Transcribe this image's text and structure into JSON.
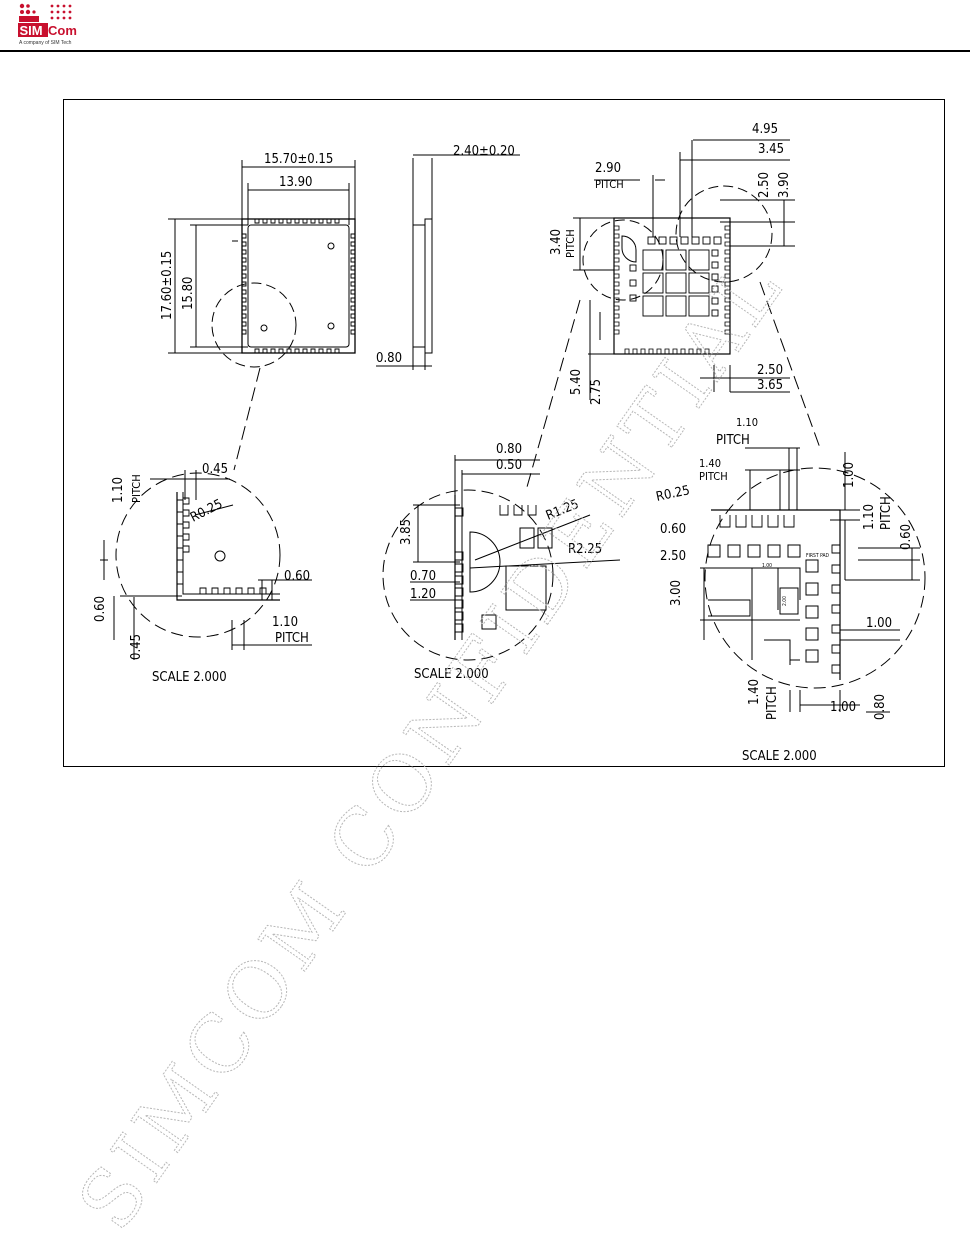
{
  "header": {
    "logo_text_sim": "SIM",
    "logo_text_com": "Com",
    "logo_tagline": "A company of SIM Tech"
  },
  "watermark": {
    "text": "SIMCOM CONFIDENTIAL"
  },
  "drawing": {
    "top_view": {
      "width": "15.70±0.15",
      "inner_width": "13.90",
      "height": "17.60±0.15",
      "inner_height": "15.80"
    },
    "side_view": {
      "thickness": "2.40±0.20",
      "pcb": "0.80"
    },
    "bottom_view": {
      "d495": "4.95",
      "d345": "3.45",
      "d290": "2.90",
      "pitch": "PITCH",
      "d250": "2.50",
      "d390": "3.90",
      "d340": "3.40",
      "d540": "5.40",
      "d275": "2.75",
      "d250b": "2.50",
      "d365": "3.65"
    },
    "detail_a": {
      "pitch110": "1.10",
      "pitch": "PITCH",
      "d045": "0.45",
      "r025": "R0.25",
      "d060": "0.60",
      "d060b": "0.60",
      "d045b": "0.45",
      "d110": "1.10",
      "pitchb": "PITCH",
      "scale": "SCALE   2.000"
    },
    "detail_b": {
      "d080": "0.80",
      "d050": "0.50",
      "r125": "R1.25",
      "r225": "R2.25",
      "d385": "3.85",
      "d070": "0.70",
      "d120": "1.20",
      "scale": "SCALE   2.000"
    },
    "detail_c": {
      "d110": "1.10",
      "pitch": "PITCH",
      "d140": "1.40",
      "pitchs": "PITCH",
      "r025": "R0.25",
      "d060": "0.60",
      "d250": "2.50",
      "d300": "3.00",
      "d100a": "1.00",
      "d110r": "1.10",
      "pitchr": "PITCH",
      "d060r": "0.60",
      "d100r": "1.00",
      "d140b": "1.40",
      "pitchb": "PITCH",
      "d100b": "1.00",
      "d080b": "0.80",
      "first_pad": "FIRST PAD",
      "t100": "1.00",
      "t200": "2.00",
      "scale": "SCALE   2.000"
    }
  }
}
